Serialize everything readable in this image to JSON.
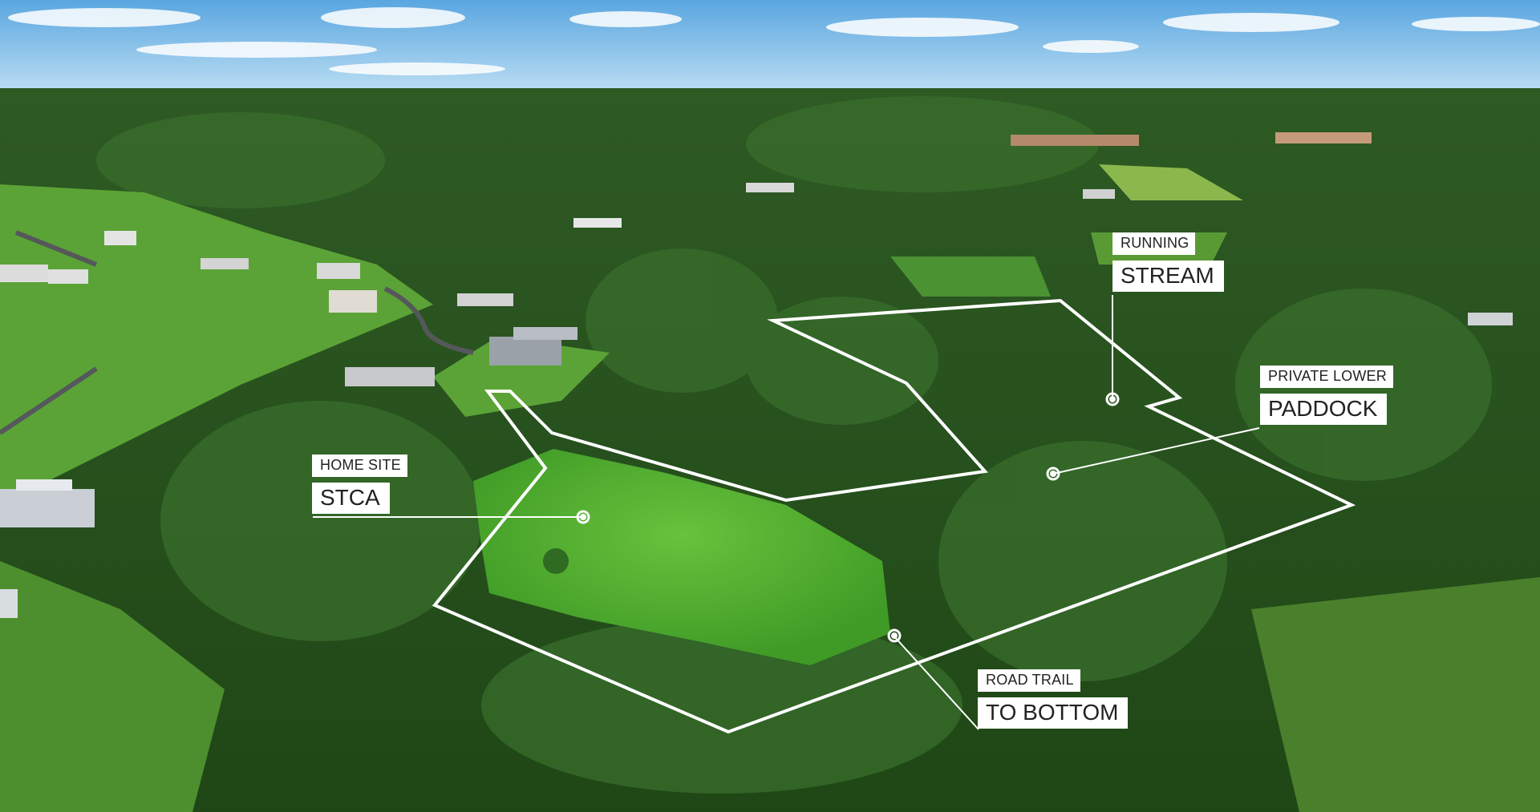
{
  "scene": {
    "kind": "aerial-photo",
    "colors": {
      "sky": "#8fc3ea",
      "forest": "#2b5a1d",
      "pasture": "#58b030",
      "outline": "#ffffff"
    }
  },
  "labels": [
    {
      "id": "running-stream",
      "small": "RUNNING",
      "big": "STREAM"
    },
    {
      "id": "private-lower-paddock",
      "small": "PRIVATE LOWER",
      "big": "PADDOCK"
    },
    {
      "id": "home-site",
      "small": "HOME SITE",
      "big": "STCA"
    },
    {
      "id": "road-trail",
      "small": "ROAD TRAIL",
      "big": "TO BOTTOM"
    }
  ]
}
